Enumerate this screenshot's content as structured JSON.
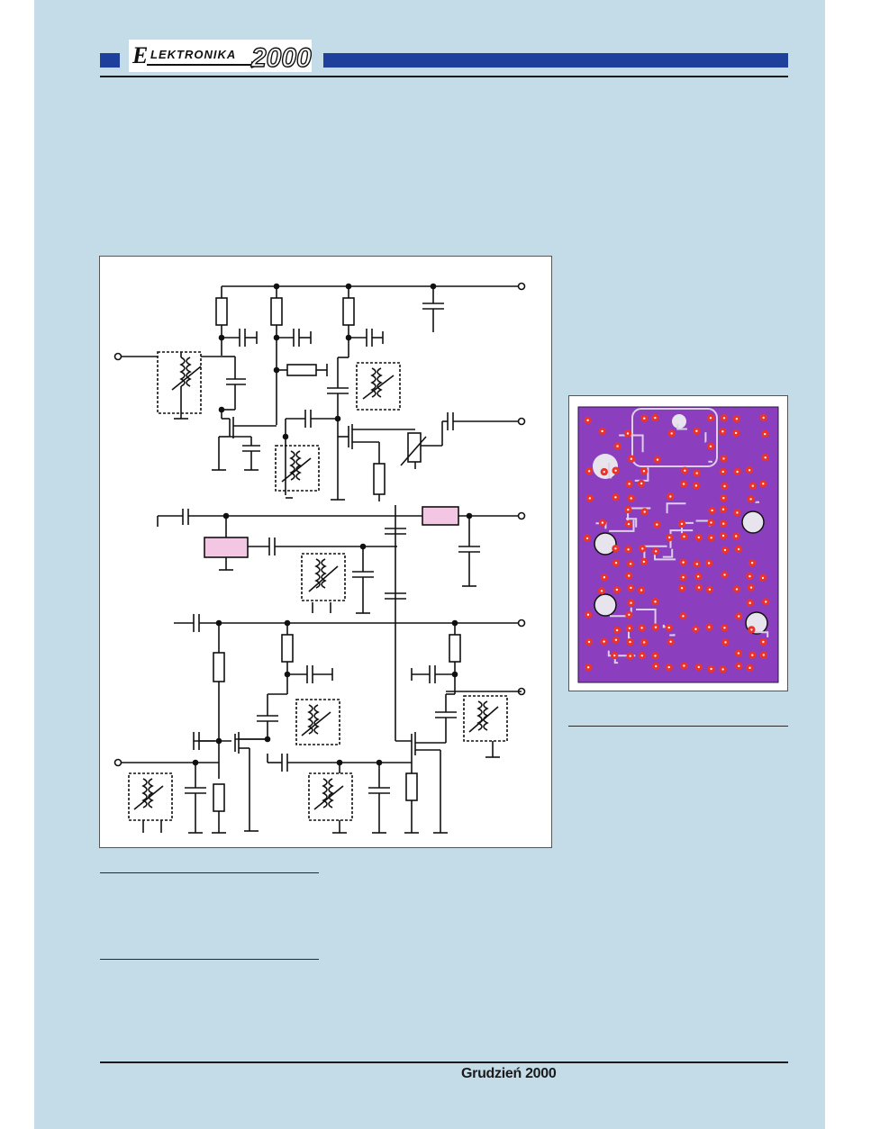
{
  "header": {
    "logo_text_1": "ELEKTRONIKA",
    "logo_text_2": "2000",
    "brand_color": "#1f3f9c"
  },
  "figures": {
    "schematic": {
      "icon": "circuit-schematic"
    },
    "pcb": {
      "icon": "pcb-layout",
      "board_color": "#8b3fbf",
      "pad_color": "#e8342c"
    }
  },
  "footer": {
    "issue_date": "Grudzień 2000"
  }
}
